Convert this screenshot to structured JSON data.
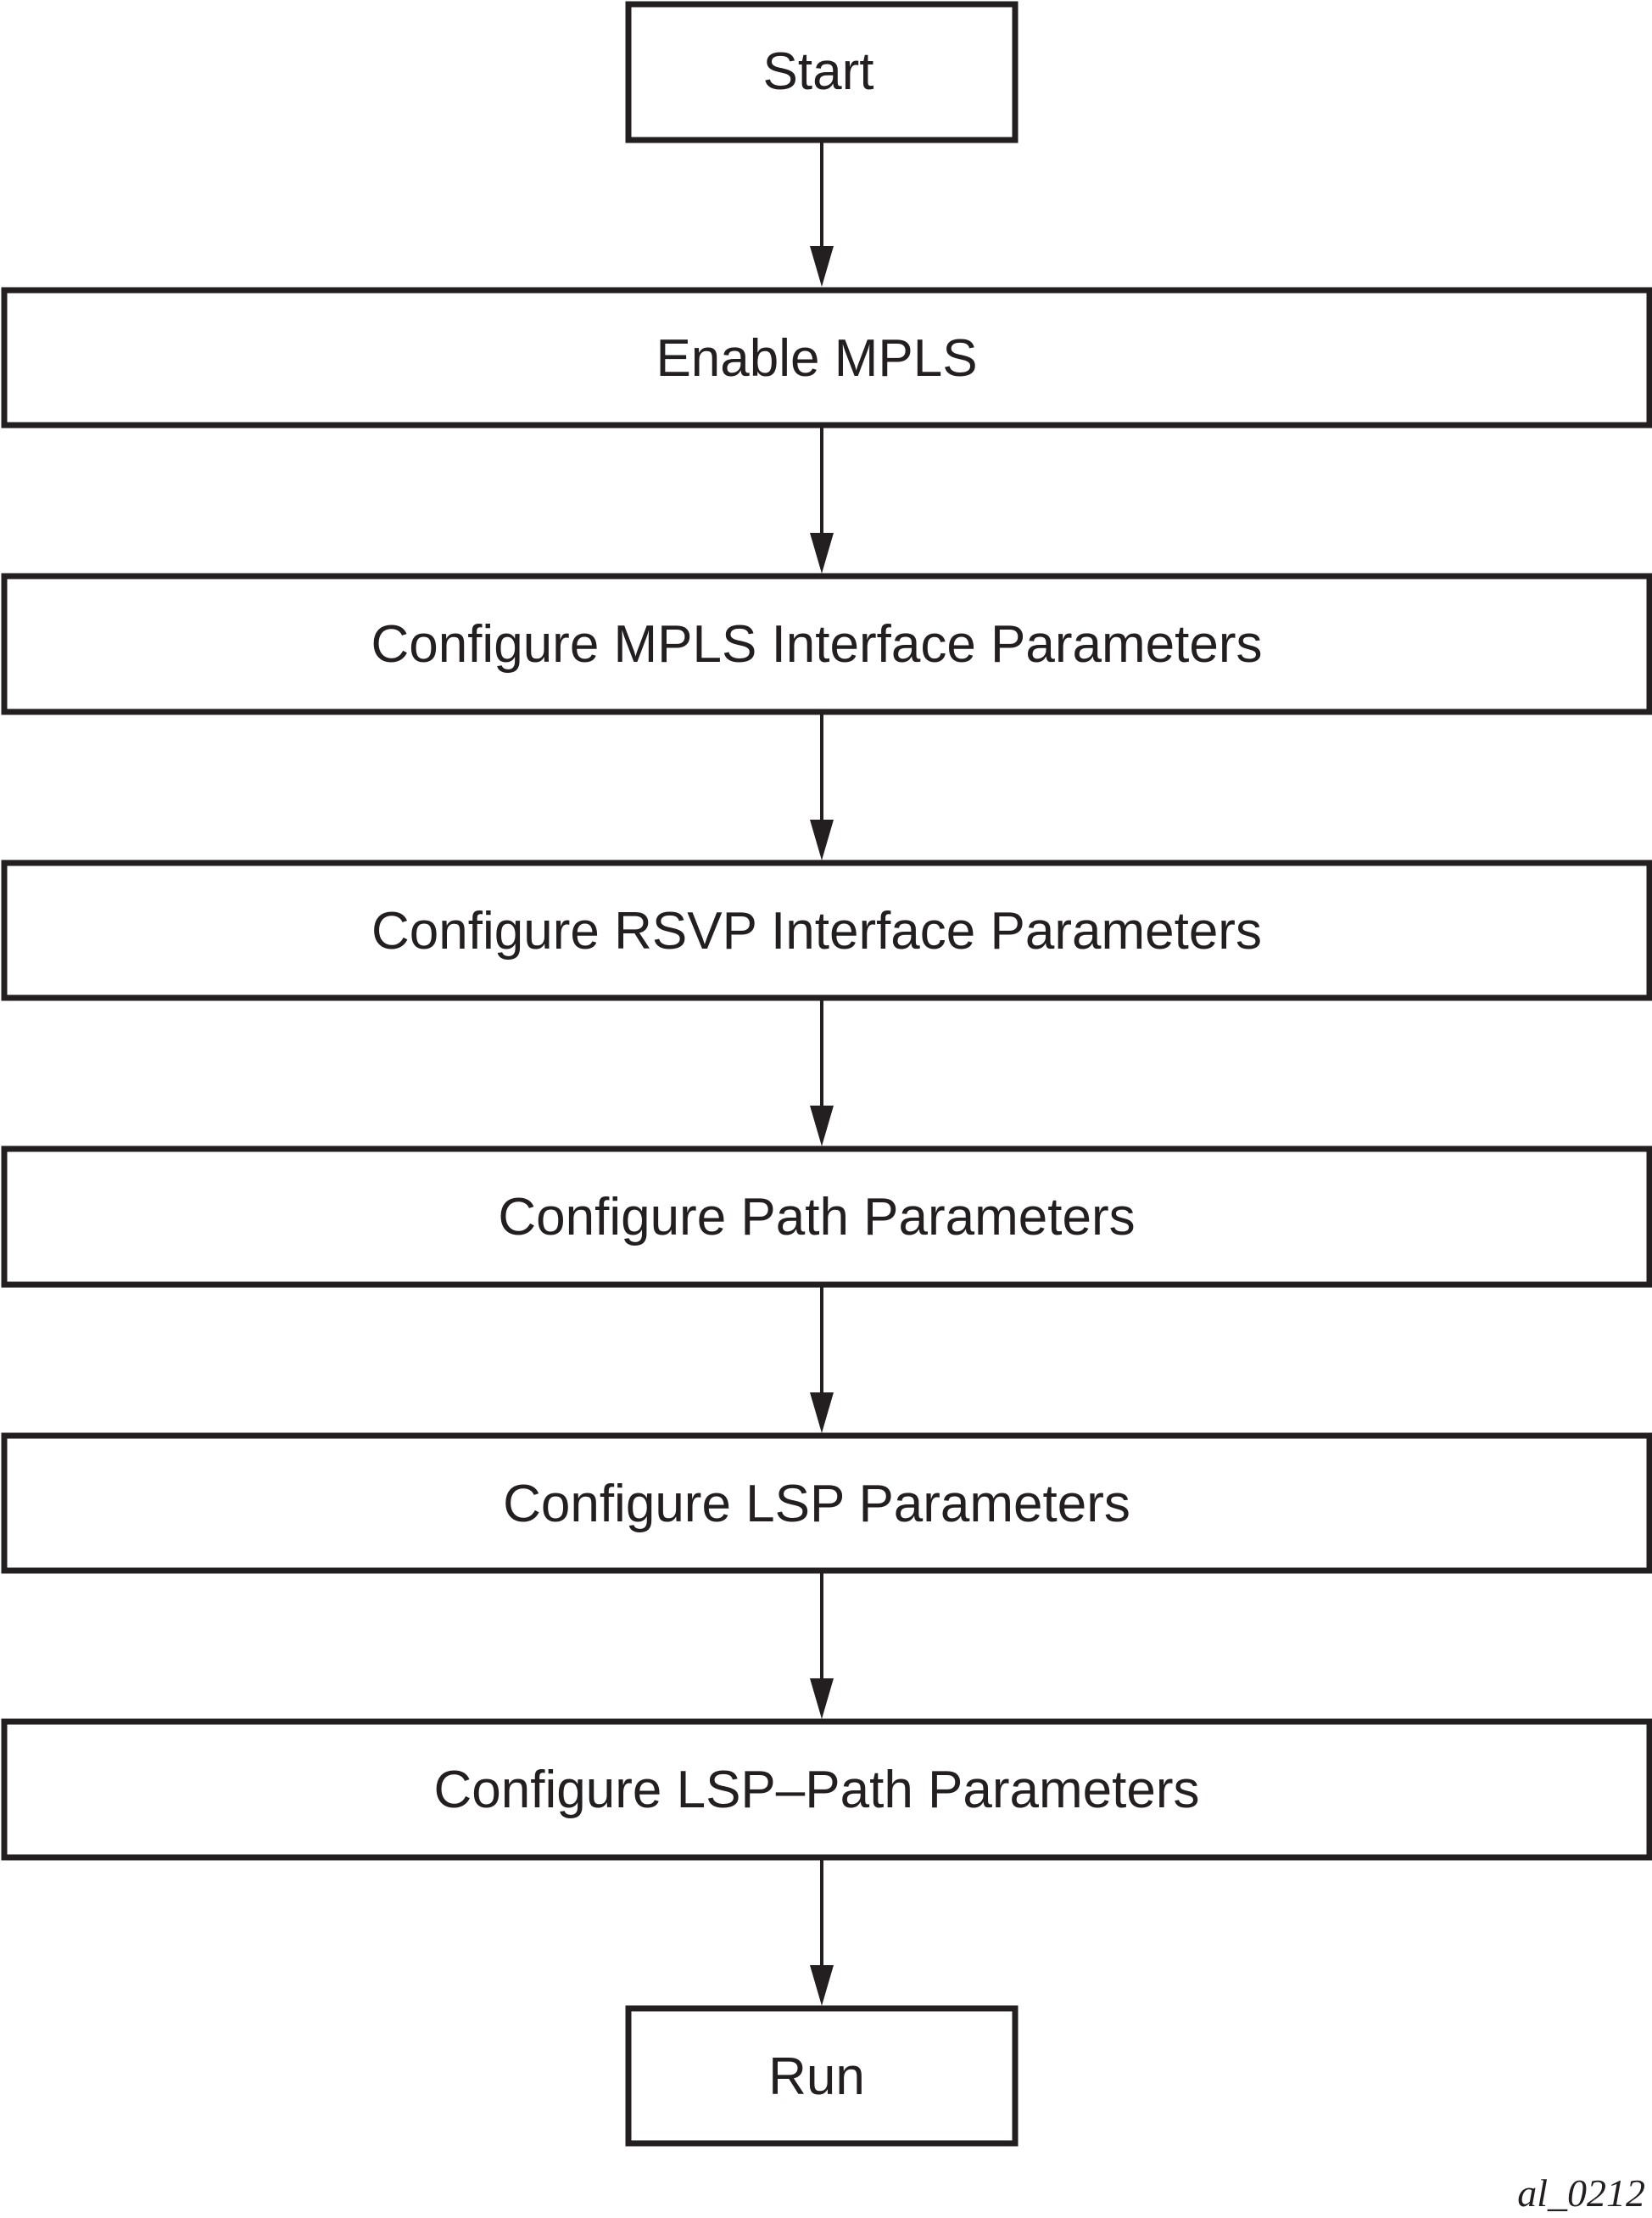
{
  "flowchart": {
    "steps": [
      {
        "id": "start",
        "label": "Start"
      },
      {
        "id": "enable-mpls",
        "label": "Enable MPLS"
      },
      {
        "id": "configure-mpls-interface-parameters",
        "label": "Configure MPLS Interface Parameters"
      },
      {
        "id": "configure-rsvp-interface-parameters",
        "label": "Configure RSVP Interface Parameters"
      },
      {
        "id": "configure-path-parameters",
        "label": "Configure Path Parameters"
      },
      {
        "id": "configure-lsp-parameters",
        "label": "Configure LSP Parameters"
      },
      {
        "id": "configure-lsp-path-parameters",
        "label": "Configure LSP–Path Parameters"
      },
      {
        "id": "run",
        "label": "Run"
      }
    ],
    "connections": [
      {
        "from": "start",
        "to": "enable-mpls"
      },
      {
        "from": "enable-mpls",
        "to": "configure-mpls-interface-parameters"
      },
      {
        "from": "configure-mpls-interface-parameters",
        "to": "configure-rsvp-interface-parameters"
      },
      {
        "from": "configure-rsvp-interface-parameters",
        "to": "configure-path-parameters"
      },
      {
        "from": "configure-path-parameters",
        "to": "configure-lsp-parameters"
      },
      {
        "from": "configure-lsp-parameters",
        "to": "configure-lsp-path-parameters"
      },
      {
        "from": "configure-lsp-path-parameters",
        "to": "run"
      }
    ],
    "figure_id": "al_0212"
  },
  "colors": {
    "stroke": "#231f20",
    "background": "#ffffff"
  }
}
